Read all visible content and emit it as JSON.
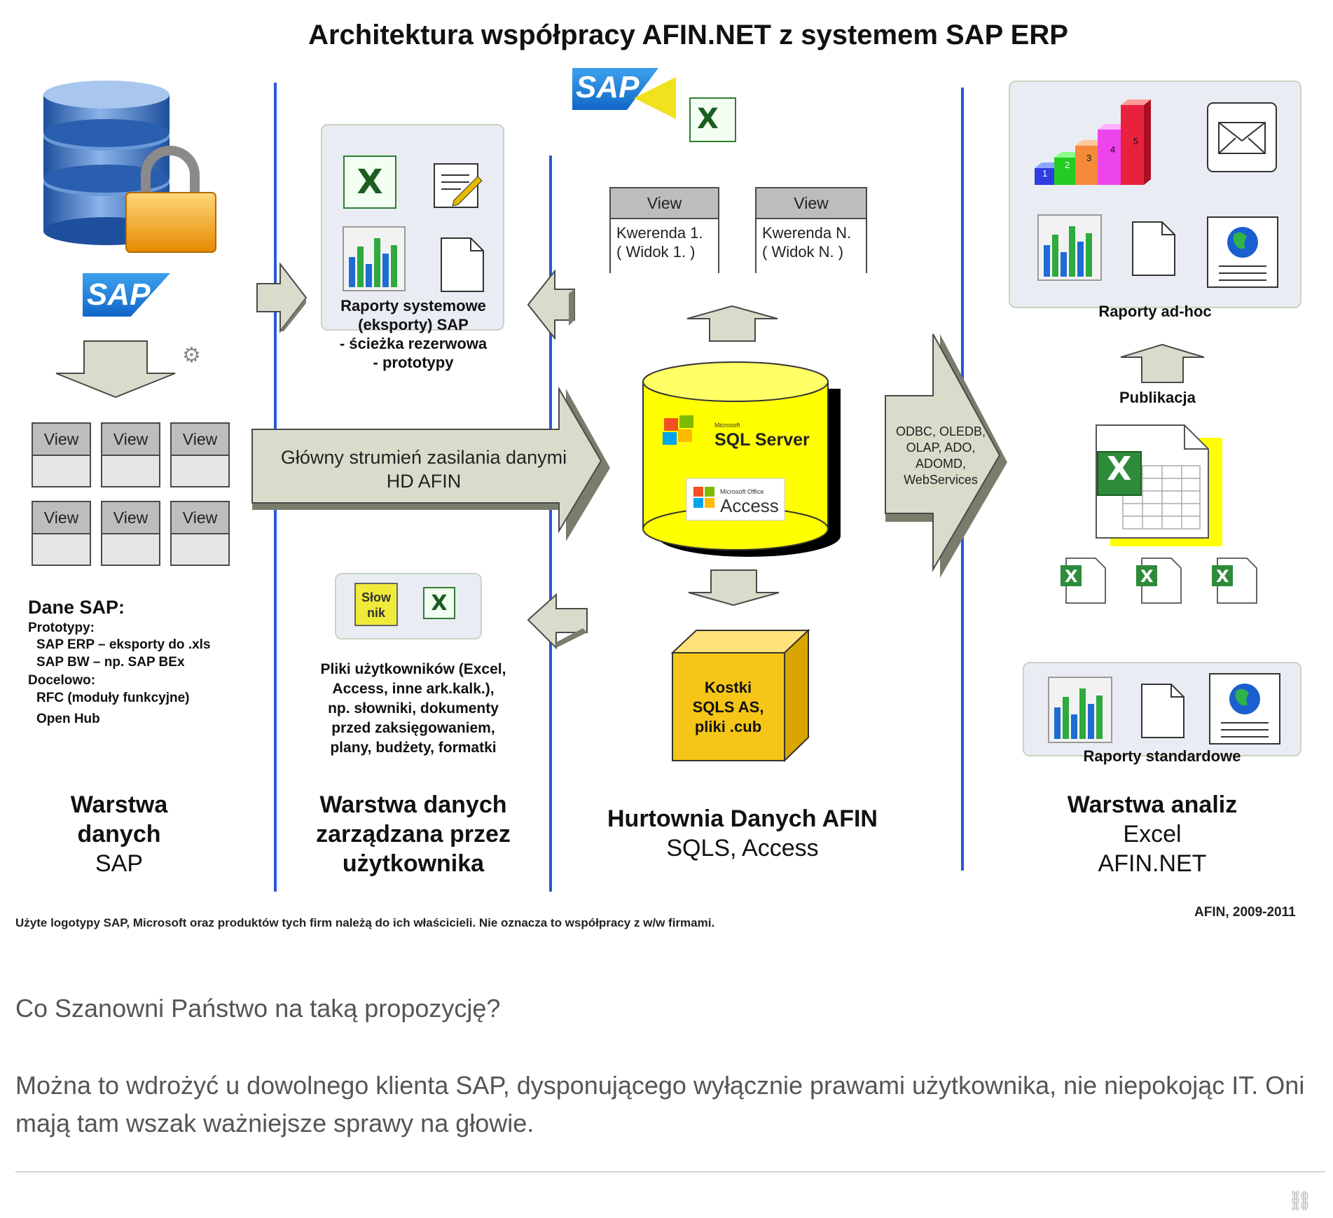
{
  "title": "Architektura współpracy AFIN.NET z systemem SAP ERP",
  "colors": {
    "layer_line": "#2c57d6",
    "arrow_fill": "#d9dccb",
    "db_yellow": "#ffff00",
    "cube_fill": "#f5c518"
  },
  "sap_logo": "SAP",
  "view_label": "View",
  "views_left": [
    "View",
    "View",
    "View",
    "View",
    "View",
    "View"
  ],
  "queries": [
    {
      "view": "View",
      "line1": "Kwerenda 1.",
      "line2": "( Widok 1. )"
    },
    {
      "view": "View",
      "line1": "Kwerenda N.",
      "line2": "( Widok N. )"
    }
  ],
  "dane_sap": {
    "heading": "Dane SAP:",
    "lines": [
      "Prototypy:",
      "SAP ERP – eksporty do .xls",
      "SAP BW – np. SAP BEx",
      "Docelowo:",
      "RFC (moduły funkcyjne)",
      "Open Hub"
    ]
  },
  "raporty_systemowe": [
    "Raporty systemowe",
    "(eksporty) SAP",
    "- ścieżka rezerwowa",
    "- prototypy"
  ],
  "main_stream": [
    "Główny strumień zasilania danymi",
    "HD AFIN"
  ],
  "slownik": "Słow nik",
  "pliki": [
    "Pliki użytkowników (Excel,",
    "Access, inne ark.kalk.),",
    "np. słowniki, dokumenty",
    "przed zaksięgowaniem,",
    "plany, budżety, formatki"
  ],
  "sql_server": {
    "small": "Microsoft",
    "name": "SQL Server",
    "office": "Microsoft Office",
    "access": "Access"
  },
  "cube": [
    "Kostki",
    "SQLS AS,",
    "pliki .cub"
  ],
  "connectors": [
    "ODBC, OLEDB,",
    "OLAP, ADO,",
    "ADOMD,",
    "WebServices"
  ],
  "adhoc_label": "Raporty ad-hoc",
  "stair_numbers": [
    "1",
    "2",
    "3",
    "4",
    "5"
  ],
  "publikacja": "Publikacja",
  "standard_label": "Raporty standardowe",
  "layers": [
    {
      "bold1": "Warstwa",
      "bold2": "danych",
      "normal": "SAP"
    },
    {
      "bold1": "Warstwa danych",
      "bold2": "zarządzana przez",
      "bold3": "użytkownika"
    },
    {
      "bold1": "Hurtownia Danych AFIN",
      "normal": "SQLS, Access"
    },
    {
      "bold1": "Warstwa analiz",
      "normal1": "Excel",
      "normal2": "AFIN.NET"
    }
  ],
  "footer_note": "Użyte logotypy SAP, Microsoft oraz produktów tych firm należą do ich właścicieli. Nie oznacza to współpracy z w/w firmami.",
  "footer_copy": "AFIN, 2009-2011",
  "paragraph1": "Co Szanowni Państwo na taką propozycję?",
  "paragraph2": "Można to wdrożyć u dowolnego klienta SAP, dysponującego wyłącznie prawami użytkownika, nie niepokojąc IT. Oni mają tam wszak ważniejsze sprawy na głowie."
}
